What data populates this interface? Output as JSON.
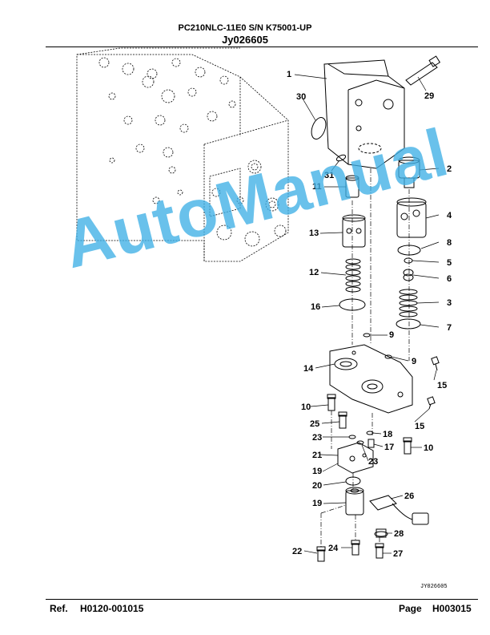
{
  "header": {
    "model": "PC210NLC-11E0 S/N K75001-UP",
    "code": "Jy026605"
  },
  "footer": {
    "ref_label": "Ref.",
    "ref_value": "H0120-001015",
    "page_label": "Page",
    "page_value": "H003015"
  },
  "drawing_code": "JY026605",
  "watermark": "AutoManual",
  "callouts": [
    "1",
    "29",
    "30",
    "31",
    "2",
    "11",
    "4",
    "13",
    "8",
    "5",
    "12",
    "6",
    "16",
    "3",
    "9",
    "7",
    "9",
    "14",
    "15",
    "10",
    "15",
    "25",
    "18",
    "23",
    "17",
    "21",
    "23",
    "10",
    "19",
    "20",
    "26",
    "19",
    "28",
    "22",
    "24",
    "27"
  ],
  "colors": {
    "watermark": "#3fb0e6",
    "line": "#000000"
  }
}
